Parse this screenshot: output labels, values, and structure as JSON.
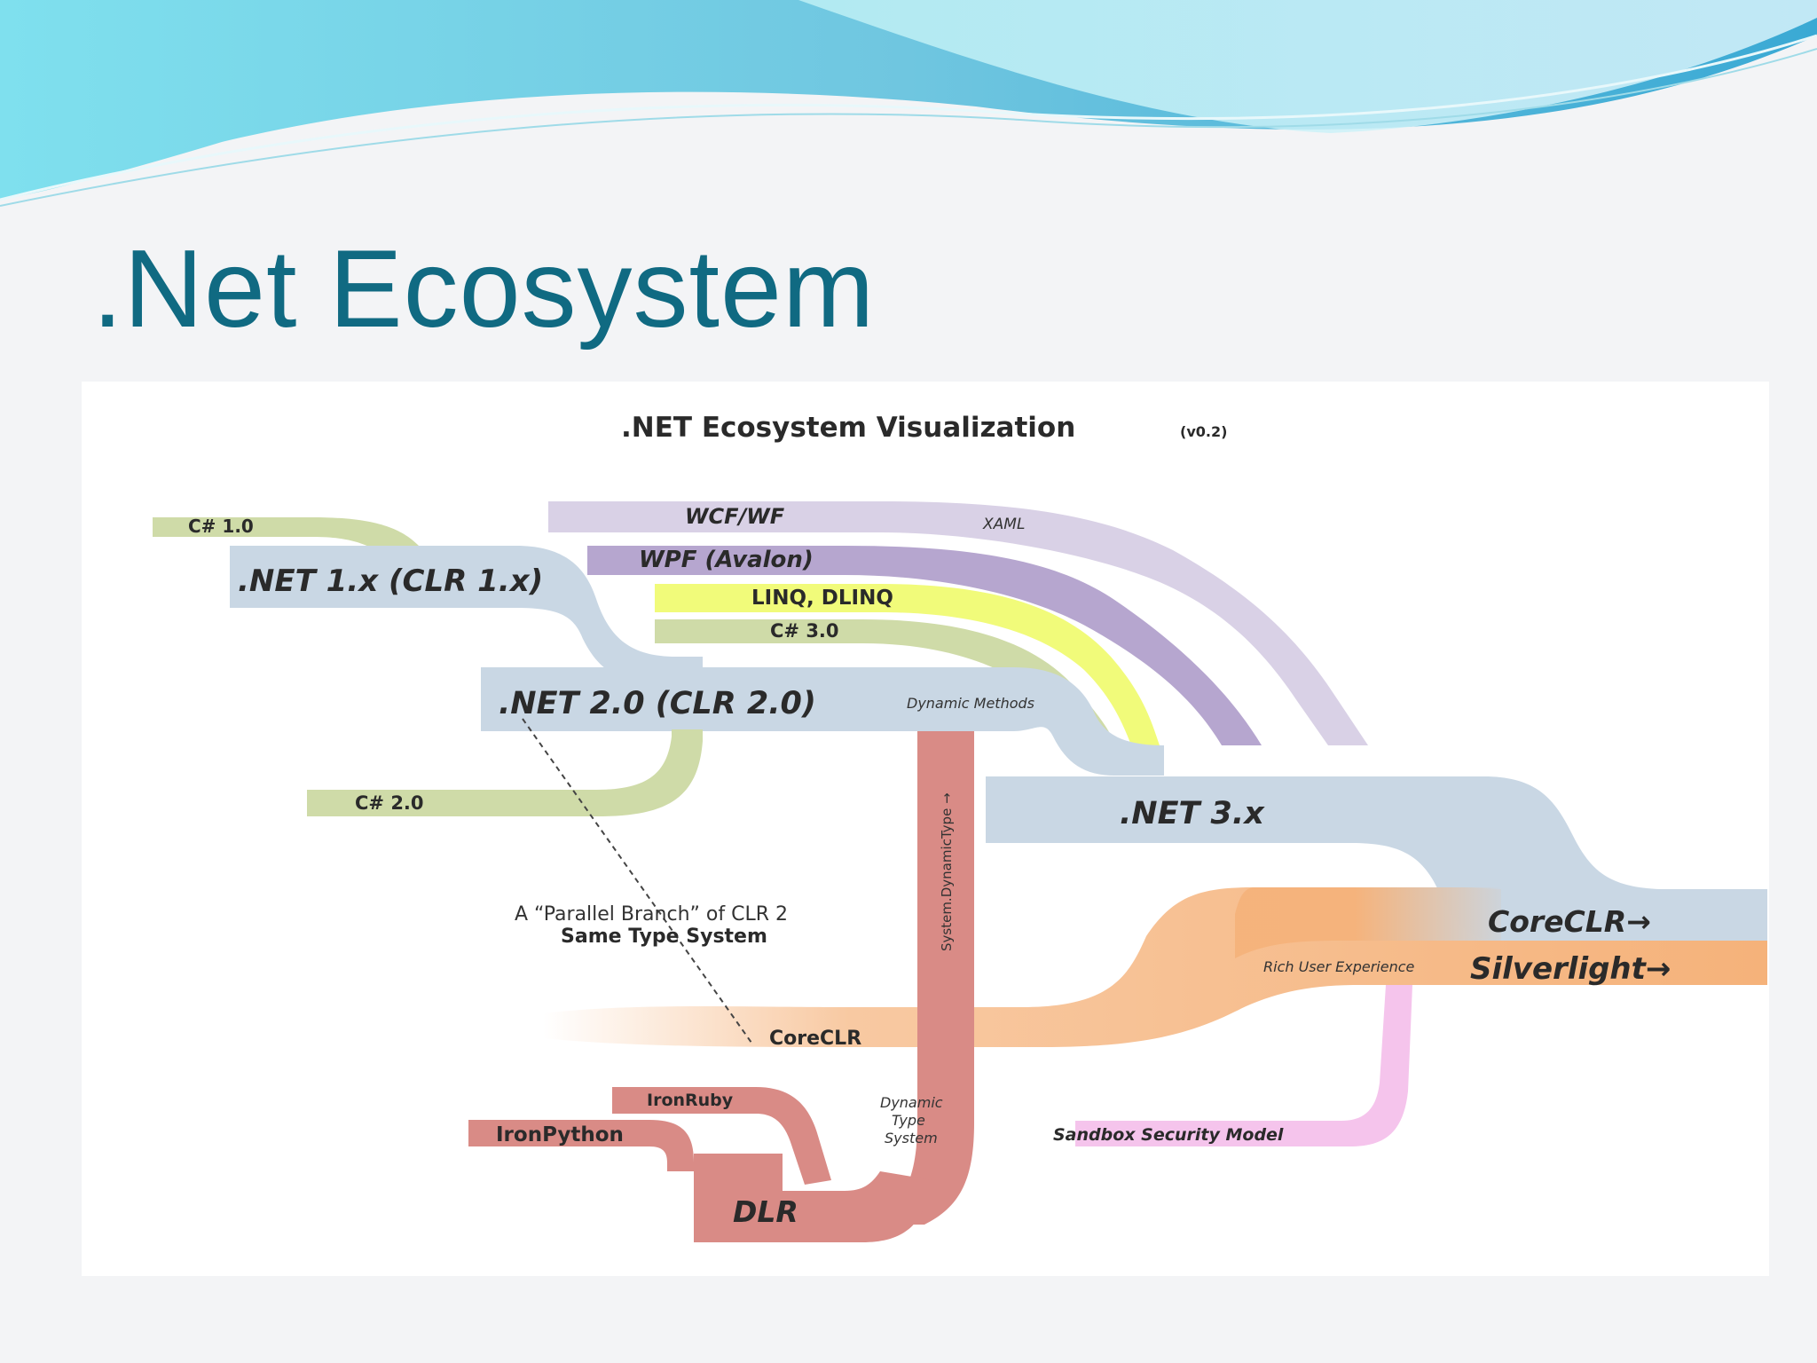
{
  "slide": {
    "title": ".Net Ecosystem"
  },
  "diagram": {
    "title": ".NET Ecosystem Visualization",
    "version": "(v0.2)",
    "streams": {
      "csharp_1": "C# 1.0",
      "net_1x": ".NET 1.x (CLR 1.x)",
      "wcf_wf": "WCF/WF",
      "xaml": "XAML",
      "wpf": "WPF (Avalon)",
      "linq": "LINQ, DLINQ",
      "csharp_3": "C# 3.0",
      "net_2": ".NET 2.0 (CLR 2.0)",
      "dynamic_methods": "Dynamic Methods",
      "csharp_2": "C# 2.0",
      "net_3x": ".NET 3.x",
      "dynamic_type": "System.DynamicType →",
      "coreclr_right": "CoreCLR→",
      "silverlight": "Silverlight→",
      "rich_ux": "Rich User Experience",
      "coreclr_mid": "CoreCLR",
      "sandbox": "Sandbox Security Model",
      "iron_ruby": "IronRuby",
      "iron_python": "IronPython",
      "dlr": "DLR",
      "dyn_type_sys_1": "Dynamic",
      "dyn_type_sys_2": "Type",
      "dyn_type_sys_3": "System"
    },
    "annotation": {
      "line1": "A “Parallel Branch” of CLR 2",
      "line2": "Same Type System"
    },
    "colors": {
      "clr_blue": "#c9d7e4",
      "csharp_green": "#cfdba8",
      "wcf_lavender": "#d9d1e6",
      "wpf_purple": "#b6a6cf",
      "linq_yellow": "#f1fb7a",
      "dlr_red": "#d98b86",
      "silverlight_orange": "#f5b27a",
      "sandbox_pink": "#f5c4ec"
    }
  }
}
